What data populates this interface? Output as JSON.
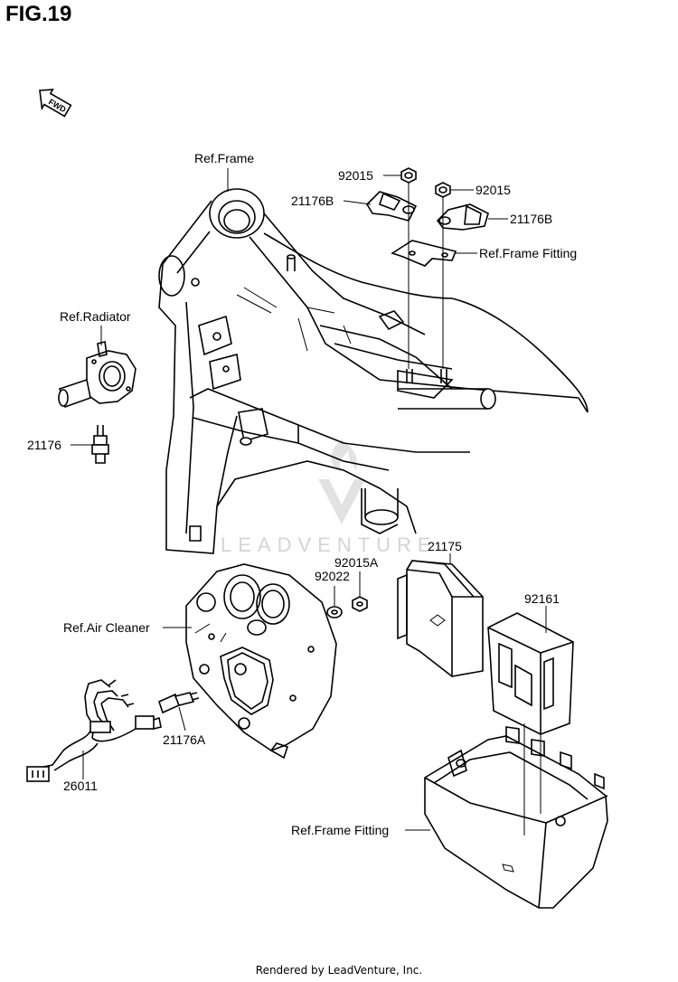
{
  "figure": {
    "title": "FIG.19",
    "direction_marker": "FWD"
  },
  "watermark": {
    "text": "LEADVENTURE"
  },
  "callouts": {
    "ref_frame_top": "Ref.Frame",
    "nut_left": "92015",
    "nut_right": "92015",
    "sensor_left": "21176B",
    "sensor_right": "21176B",
    "ref_frame_fitting_bracket": "Ref.Frame Fitting",
    "ref_radiator": "Ref.Radiator",
    "temp_sensor": "21176",
    "ecu": "21175",
    "washer": "92022",
    "nut_small": "92015A",
    "ecu_cover": "92161",
    "ref_air_cleaner": "Ref.Air Cleaner",
    "intake_sensor": "21176A",
    "harness": "26011",
    "ref_frame_fitting_tray": "Ref.Frame Fitting"
  },
  "footer": {
    "text": "Rendered by LeadVenture, Inc."
  }
}
